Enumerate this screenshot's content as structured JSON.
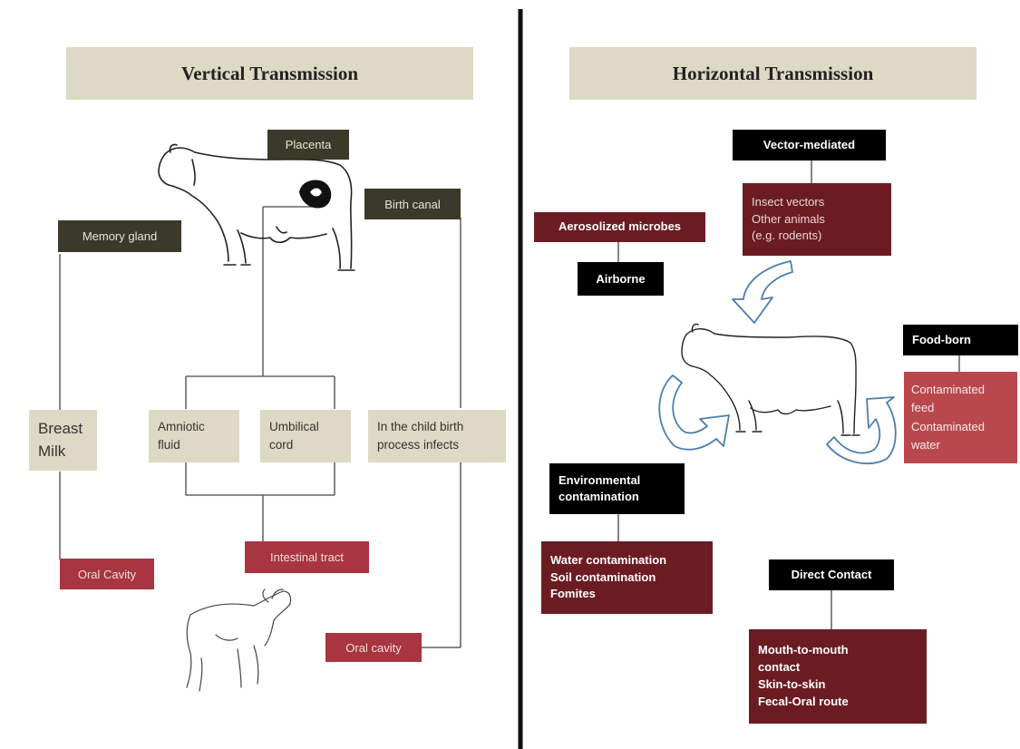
{
  "vertical": {
    "title": "Vertical Transmission",
    "placenta": "Placenta",
    "birth_canal": "Birth canal",
    "memory_gland": "Memory gland",
    "breast_milk": "Breast\nMilk",
    "amniotic_fluid": "Amniotic\nfluid",
    "umbilical_cord": "Umbilical\ncord",
    "child_birth": "In the child birth\nprocess infects",
    "oral_cavity_left": "Oral Cavity",
    "intestinal_tract": "Intestinal tract",
    "oral_cavity_right": "Oral cavity"
  },
  "horizontal": {
    "title": "Horizontal Transmission",
    "vector_mediated": "Vector-mediated",
    "vector_list": "Insect vectors\nOther animals\n(e.g. rodents)",
    "aerosolized": "Aerosolized microbes",
    "airborne": "Airborne",
    "food_born": "Food-born",
    "food_list": "Contaminated\nfeed\nContaminated\nwater",
    "environmental": "Environmental\ncontamination",
    "environmental_list": "Water contamination\nSoil contamination\nFomites",
    "direct_contact": "Direct Contact",
    "direct_list": "Mouth-to-mouth\ncontact\nSkin-to-skin\nFecal-Oral route"
  },
  "colors": {
    "title_bg": "#ddd9c4",
    "dark_label": "#3b3a2a",
    "red_label": "#a8353f",
    "maroon_label": "#6b1c22",
    "arrow_outline": "#4a7fb0"
  },
  "icons": [
    "cow-illustration",
    "calf-illustration",
    "fetus-icon",
    "cycle-arrow-icon"
  ]
}
